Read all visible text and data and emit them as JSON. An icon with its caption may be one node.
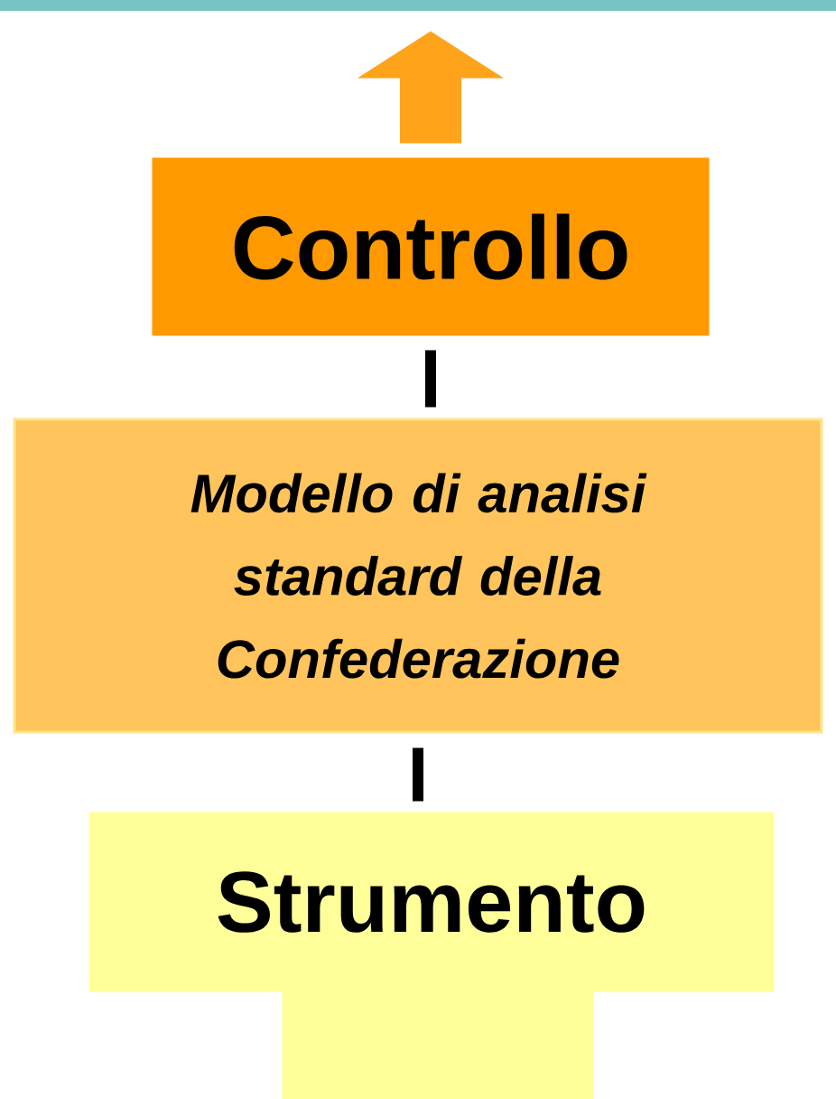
{
  "diagram": {
    "nodes": [
      {
        "text": [
          "Controllo"
        ]
      },
      {
        "text": [
          "Modello di analisi standard della Confederazione"
        ]
      },
      {
        "text": [
          "Strumento"
        ]
      },
      {
        "text": [],
        "shape": "box"
      }
    ],
    "edges": [
      {
        "from": 0,
        "to": null,
        "arrow": "to",
        "style": "thick",
        "color": "#ffa31a"
      },
      {
        "from": 0,
        "to": 1,
        "arrow": "none"
      },
      {
        "from": 1,
        "to": 2,
        "arrow": "none"
      }
    ]
  }
}
